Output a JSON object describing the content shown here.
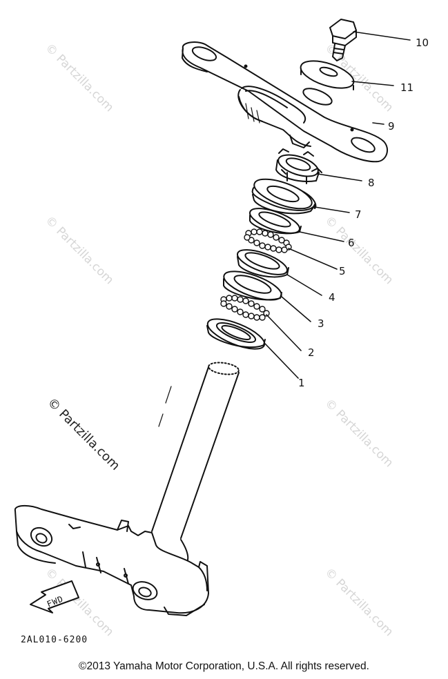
{
  "callouts": [
    "10",
    "11",
    "9",
    "8",
    "7",
    "6",
    "5",
    "4",
    "3",
    "2",
    "1"
  ],
  "watermark": "© Partzilla.com",
  "drawing_code": "2AL010-6200",
  "fwd_label": "FWD",
  "copyright": "©2013  Yamaha Motor Corporation, U.S.A. All rights reserved."
}
